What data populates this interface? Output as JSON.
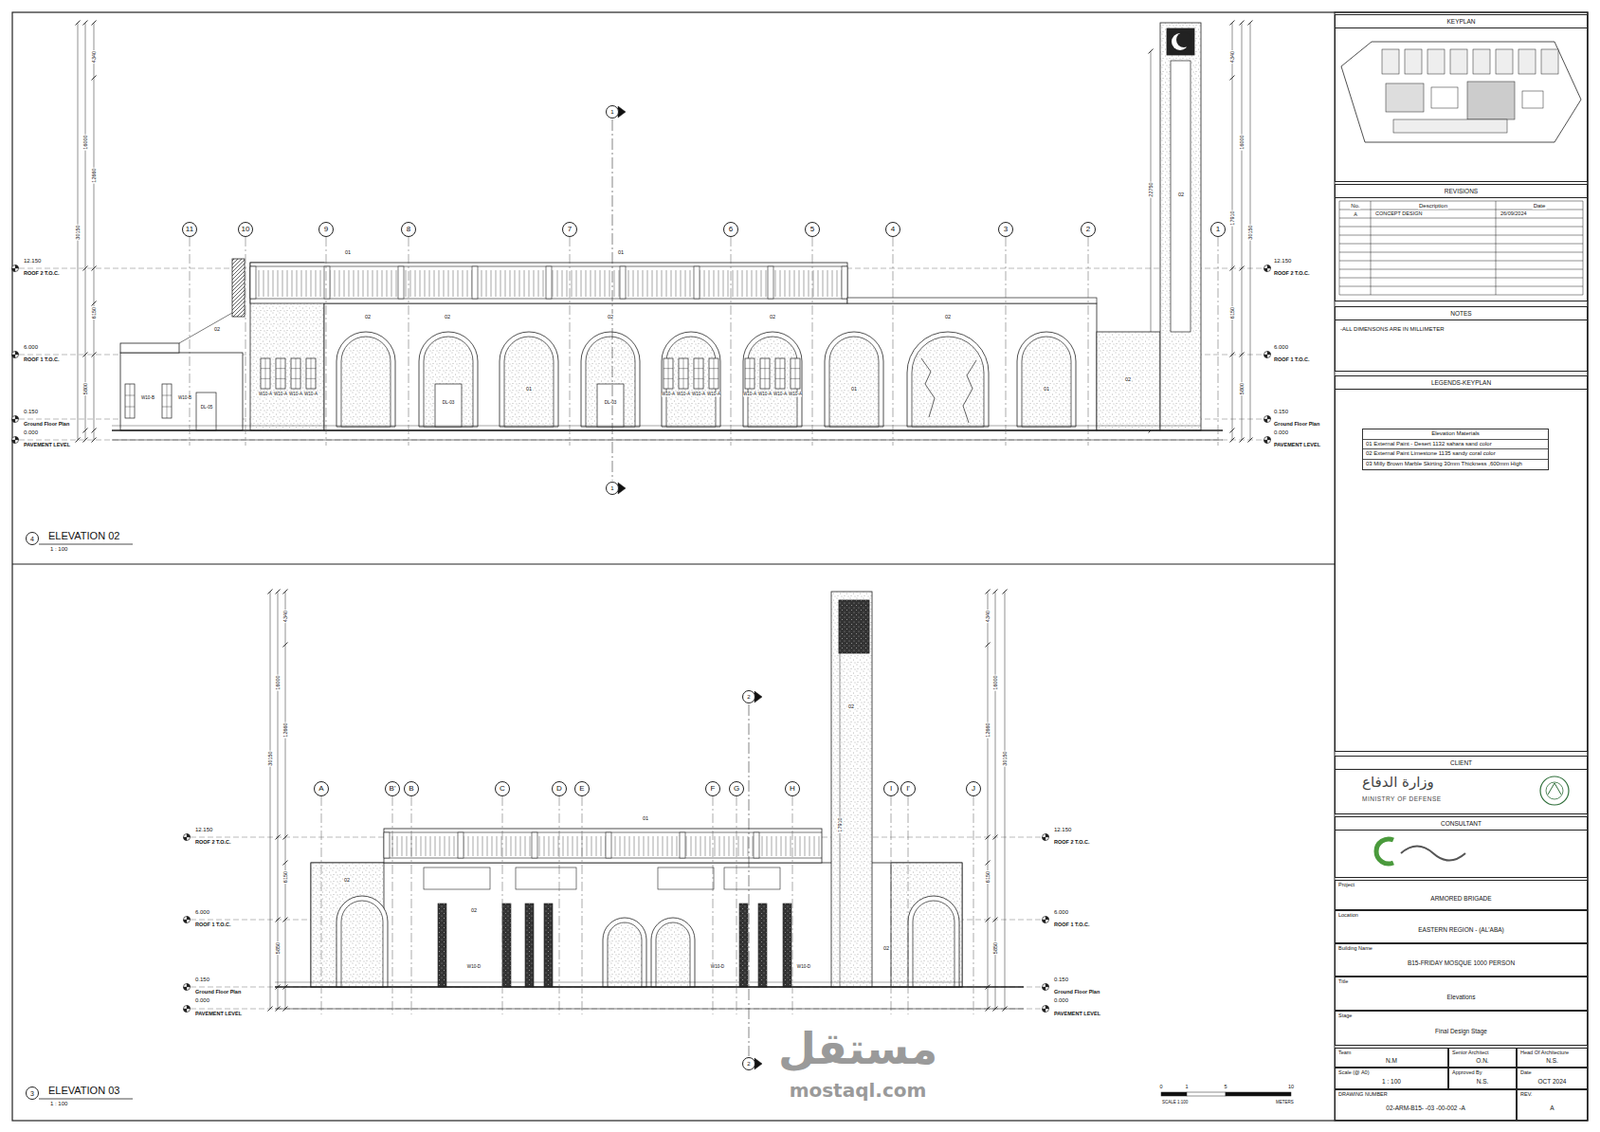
{
  "diagram": {
    "nodes": [
      {
        "text": [
          "11"
        ]
      },
      {
        "text": [
          "10"
        ]
      },
      {
        "text": [
          "9"
        ]
      },
      {
        "text": [
          "8"
        ]
      },
      {
        "text": [
          "7"
        ]
      },
      {
        "text": [
          "6"
        ]
      },
      {
        "text": [
          "5"
        ]
      },
      {
        "text": [
          "4"
        ]
      },
      {
        "text": [
          "3"
        ]
      },
      {
        "text": [
          "2"
        ]
      },
      {
        "text": [
          "1"
        ]
      },
      {
        "text": [
          "1"
        ]
      },
      {
        "text": [
          "1"
        ]
      },
      {
        "text": [
          "4"
        ]
      },
      {
        "text": [
          "A"
        ]
      },
      {
        "text": [
          "B'"
        ]
      },
      {
        "text": [
          "B"
        ]
      },
      {
        "text": [
          "C"
        ]
      },
      {
        "text": [
          "D"
        ]
      },
      {
        "text": [
          "E"
        ]
      },
      {
        "text": [
          "F"
        ]
      },
      {
        "text": [
          "G"
        ]
      },
      {
        "text": [
          "H"
        ]
      },
      {
        "text": [
          "I"
        ]
      },
      {
        "text": [
          "I'"
        ]
      },
      {
        "text": [
          "J"
        ]
      },
      {
        "text": [
          "2"
        ]
      },
      {
        "text": [
          "2"
        ]
      },
      {
        "text": [
          "3"
        ]
      },
      {
        "text": [
          "KEYPLAN"
        ]
      },
      {
        "text": [
          "REVISIONS"
        ]
      },
      {
        "text": [
          "NOTES",
          "-ALL DIMENSONS ARE IN MILLIMETER"
        ]
      },
      {
        "text": [
          "LEGENDS-KEYPLAN"
        ]
      },
      {
        "text": [
          "Elevation Materials",
          "01 External Paint - Desert 1132 sahara sand color",
          "02 External Paint Limestone 1135 sandy coral color",
          "03 Milly Brown Marble Skirting 30mm Thickness ,600mm High"
        ],
        "in": 32
      },
      {
        "text": [
          "CLIENT",
          "وزارة الدفاع",
          "MINISTRY OF DEFENSE"
        ]
      },
      {
        "text": [
          "CONSULTANT"
        ]
      },
      {
        "text": [
          "Project",
          "ARMORED BRIGADE"
        ]
      },
      {
        "text": [
          "Location",
          "EASTERN REGION - (AL'ABA)"
        ]
      },
      {
        "text": [
          "Building Name",
          "B15-FRIDAY MOSQUE 1000 PERSON"
        ]
      },
      {
        "text": [
          "Title",
          "Elevations"
        ]
      },
      {
        "text": [
          "Stage",
          "Final Design Stage"
        ]
      },
      {
        "text": [
          "Team",
          "N.M"
        ]
      },
      {
        "text": [
          "Senior Architect",
          "O.N."
        ]
      },
      {
        "text": [
          "Head Of Architecture",
          "N.S."
        ]
      },
      {
        "text": [
          "Scale (@ A0)",
          "1 : 100"
        ]
      },
      {
        "text": [
          "Approved By",
          "N.S."
        ]
      },
      {
        "text": [
          "Date",
          "OCT 2024"
        ]
      },
      {
        "text": [
          "DRAWING NUMBER",
          "02-ARM-B15- -03 -00-002 -A"
        ]
      },
      {
        "text": [
          "REV.",
          "A"
        ]
      }
    ],
    "labels": [
      "12.150",
      "ROOF 2 T.O.C.",
      "6.000",
      "ROOF 1 T.O.C.",
      "0.150",
      "Ground Floor Plan",
      "0.000",
      "PAVEMENT LEVEL",
      "12.150",
      "ROOF 2 T.O.C.",
      "6.000",
      "ROOF 1 T.O.C.",
      "0.150",
      "Ground Floor Plan",
      "0.000",
      "PAVEMENT LEVEL",
      "12.150",
      "ROOF 2 T.O.C.",
      "6.000",
      "ROOF 1 T.O.C.",
      "0.150",
      "Ground Floor Plan",
      "0.000",
      "PAVEMENT LEVEL",
      "12.150",
      "ROOF 2 T.O.C.",
      "6.000",
      "ROOF 1 T.O.C.",
      "0.150",
      "Ground Floor Plan",
      "0.000",
      "PAVEMENT LEVEL",
      "ELEVATION 02",
      "1 : 100",
      "ELEVATION 03",
      "1 : 100",
      "4340",
      "16000",
      "12660",
      "30150",
      "6150",
      "5800",
      "4340",
      "16000",
      "17910",
      "30150",
      "22750",
      "6150",
      "5800",
      "4340",
      "16000",
      "12660",
      "30150",
      "6150",
      "5850",
      "4340",
      "16000",
      "12660",
      "30150",
      "6150",
      "5850",
      "17910",
      "01",
      "01",
      "02",
      "02",
      "02",
      "02",
      "02",
      "02",
      "01",
      "01",
      "01",
      "02",
      "02",
      "W10-B",
      "W10-B",
      "DL-05",
      "DL-03",
      "DL-03",
      "W10-A",
      "W10-A",
      "W10-A",
      "W10-A",
      "W10-A",
      "W10-A",
      "W10-A",
      "W10-A",
      "W10-A",
      "W10-A",
      "W10-A",
      "W10-A",
      "01",
      "02",
      "02",
      "02",
      "W10-D",
      "W10-D",
      "W10-D",
      "02",
      "0",
      "1",
      "5",
      "10",
      "SCALE 1:100",
      "METERS",
      "مستقل",
      "mostaql.com",
      "No.",
      "Description",
      "Date",
      "A",
      "CONCEPT DESIGN",
      "26/09/2024"
    ]
  }
}
